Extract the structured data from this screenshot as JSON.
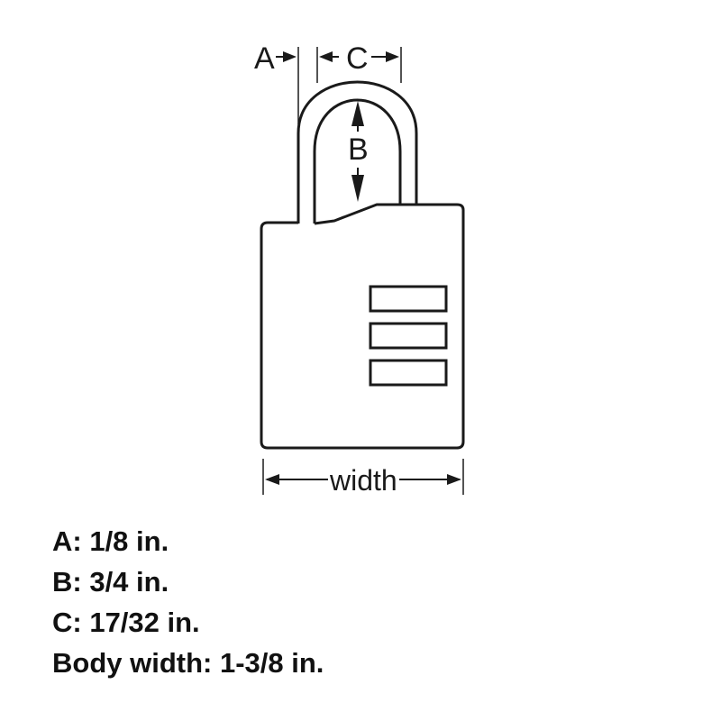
{
  "diagram": {
    "labels": {
      "a": "A",
      "b": "B",
      "c": "C",
      "width": "width"
    }
  },
  "specs": [
    {
      "text": "A: 1/8 in."
    },
    {
      "text": "B: 3/4 in."
    },
    {
      "text": "C: 17/32 in."
    },
    {
      "text": "Body width: 1-3/8 in."
    }
  ],
  "colors": {
    "line": "#1a1a1a",
    "background": "#ffffff"
  }
}
